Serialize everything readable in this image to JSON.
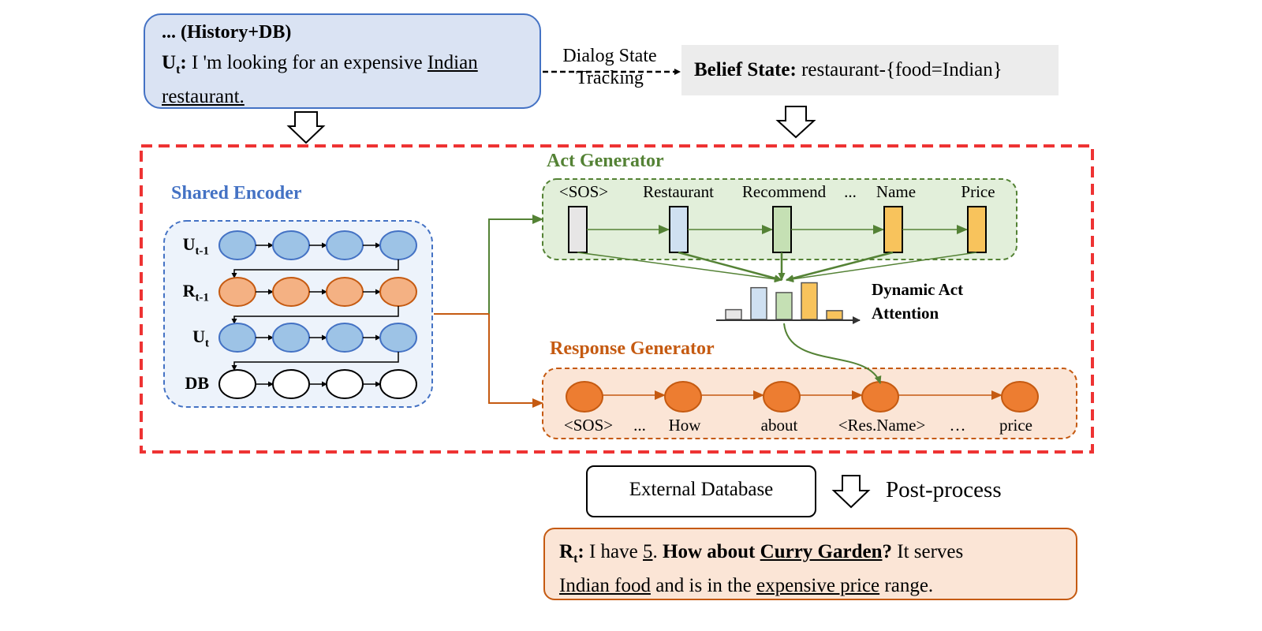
{
  "history": {
    "title": "... (History+DB)",
    "utterance_speaker": "U",
    "utterance_speaker_sub": "t",
    "utterance_sep": ":",
    "utterance_text_plain": " I 'm looking for an expensive ",
    "utterance_text_underlined_1": "Indian",
    "utterance_text_underlined_2": "restaurant."
  },
  "dst": {
    "line1": "Dialog State",
    "line2": "Tracking"
  },
  "belief_state": {
    "label": "Belief State:",
    "value": " restaurant-{food=Indian}"
  },
  "shared_encoder": {
    "title": "Shared Encoder",
    "rows": [
      {
        "label": "U",
        "sub": "t-1",
        "kind": "user"
      },
      {
        "label": "R",
        "sub": "t-1",
        "kind": "response"
      },
      {
        "label": "U",
        "sub": "t",
        "kind": "user"
      },
      {
        "label": "DB",
        "sub": "",
        "kind": "db"
      }
    ],
    "nodes_per_row": 4
  },
  "act_generator": {
    "title": "Act Generator",
    "tokens": [
      {
        "label": "<SOS>",
        "color": "#e7e6e6"
      },
      {
        "label": "Restaurant",
        "color": "#cfe0f1"
      },
      {
        "label": "Recommend",
        "color": "#c5e0b4"
      },
      {
        "label": "Name",
        "color": "#f8c35c"
      },
      {
        "label": "Price",
        "color": "#f8c35c"
      }
    ],
    "ellipsis": "..."
  },
  "dynamic_act_attention": {
    "title_line1": "Dynamic Act",
    "title_line2": "Attention",
    "weights": [
      0.2,
      0.65,
      0.55,
      0.75,
      0.18
    ]
  },
  "response_generator": {
    "title": "Response Generator",
    "tokens": [
      "<SOS>",
      "How",
      "about",
      "<Res.Name>",
      "price"
    ],
    "ellipsis_1": "...",
    "ellipsis_2": "…"
  },
  "external_database": {
    "label": "External Database"
  },
  "post_process": {
    "label": "Post-process"
  },
  "response": {
    "speaker": "R",
    "speaker_sub": "t",
    "sep": ":",
    "p1": " I have ",
    "num": "5",
    "p2": ". ",
    "bold1": "How about ",
    "bold_underlined": "Curry Garden",
    "bold2": "?",
    "p3": " It serves",
    "u1": "Indian food",
    "p4": " and is in the ",
    "u2": "expensive price",
    "p5": " range."
  },
  "colors": {
    "user_node": "#9dc3e6",
    "user_stroke": "#4472c4",
    "response_node": "#f4b183",
    "response_stroke": "#c55a11",
    "resp_gen_node": "#ed7d31",
    "act_green": "#548235",
    "red_dash": "#ee3333"
  }
}
